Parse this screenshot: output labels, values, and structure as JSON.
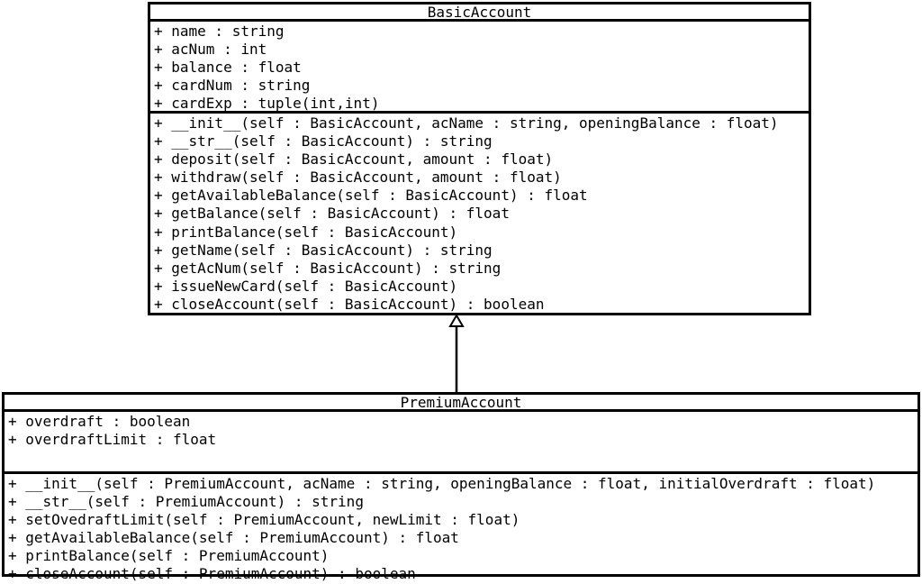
{
  "classes": {
    "basic": {
      "name": "BasicAccount",
      "attributes": [
        "+ name : string",
        "+ acNum : int",
        "+ balance : float",
        "+ cardNum : string",
        "+ cardExp : tuple(int,int)"
      ],
      "methods": [
        "+ __init__(self : BasicAccount, acName : string, openingBalance : float)",
        "+ __str__(self : BasicAccount) : string",
        "+ deposit(self : BasicAccount, amount : float)",
        "+ withdraw(self : BasicAccount, amount : float)",
        "+ getAvailableBalance(self : BasicAccount) : float",
        "+ getBalance(self : BasicAccount) : float",
        "+ printBalance(self : BasicAccount)",
        "+ getName(self : BasicAccount) : string",
        "+ getAcNum(self : BasicAccount) : string",
        "+ issueNewCard(self : BasicAccount)",
        "+ closeAccount(self : BasicAccount) : boolean"
      ]
    },
    "premium": {
      "name": "PremiumAccount",
      "attributes": [
        "+ overdraft : boolean",
        "+ overdraftLimit : float"
      ],
      "methods": [
        "+ __init__(self : PremiumAccount, acName : string, openingBalance : float, initialOverdraft : float)",
        "+ __str__(self : PremiumAccount) : string",
        "+ setOvedraftLimit(self : PremiumAccount, newLimit : float)",
        "+ getAvailableBalance(self : PremiumAccount) : float",
        "+ printBalance(self : PremiumAccount)",
        "+ closeAccount(self : PremiumAccount) : boolean"
      ]
    }
  },
  "relationship": {
    "type": "generalization",
    "from": "PremiumAccount",
    "to": "BasicAccount"
  }
}
